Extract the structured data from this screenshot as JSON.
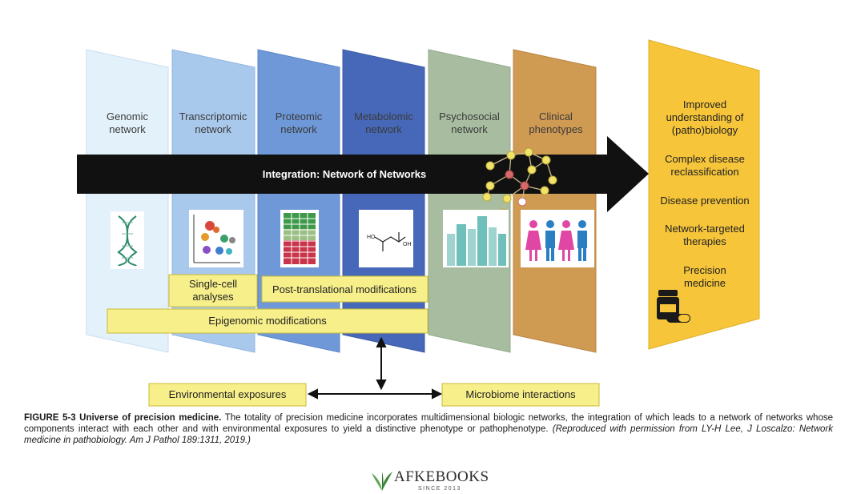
{
  "panels": [
    {
      "label_lines": [
        "Genomic",
        "network"
      ],
      "color": "#e3f1fb"
    },
    {
      "label_lines": [
        "Transcriptomic",
        "network"
      ],
      "color": "#a9c9ec"
    },
    {
      "label_lines": [
        "Proteomic",
        "network"
      ],
      "color": "#6f98d8"
    },
    {
      "label_lines": [
        "Metabolomic",
        "network"
      ],
      "color": "#4768b8"
    },
    {
      "label_lines": [
        "Psychosocial",
        "network"
      ],
      "color": "#a8bda0"
    },
    {
      "label_lines": [
        "Clinical",
        "phenotypes"
      ],
      "color": "#cf9a52"
    }
  ],
  "integration_label": "Integration: Network of Networks",
  "outcomes": [
    [
      "Improved",
      "understanding of",
      "(patho)biology"
    ],
    [
      "Complex disease",
      "reclassification"
    ],
    [
      "Disease prevention"
    ],
    [
      "Network-targeted",
      "therapies"
    ],
    [
      "Precision",
      "medicine"
    ]
  ],
  "boxes": {
    "single_cell": [
      "Single-cell",
      "analyses"
    ],
    "post_translational": "Post-translational modifications",
    "epigenomic": "Epigenomic modifications",
    "environmental": "Environmental exposures",
    "microbiome": "Microbiome interactions"
  },
  "caption": {
    "figure": "FIGURE 5-3 Universe of precision medicine.",
    "body": " The totality of precision medicine incorporates multidimensional biologic networks, the integration of which leads to a network of networks whose components interact with each other and with environmental exposures to yield a distinctive phenotype or pathophenotype. ",
    "credit": "(Reproduced with permission from LY-H Lee, J Loscalzo: Network medicine in pathobiology. Am J Pathol 189:1311, 2019.)"
  },
  "logo": {
    "word": "AFKEBOOKS",
    "since": "SINCE 2013"
  },
  "colors": {
    "accent_yellow": "#f7ef8a",
    "outcome_yellow": "#f6c53a",
    "arrow": "#111111"
  }
}
